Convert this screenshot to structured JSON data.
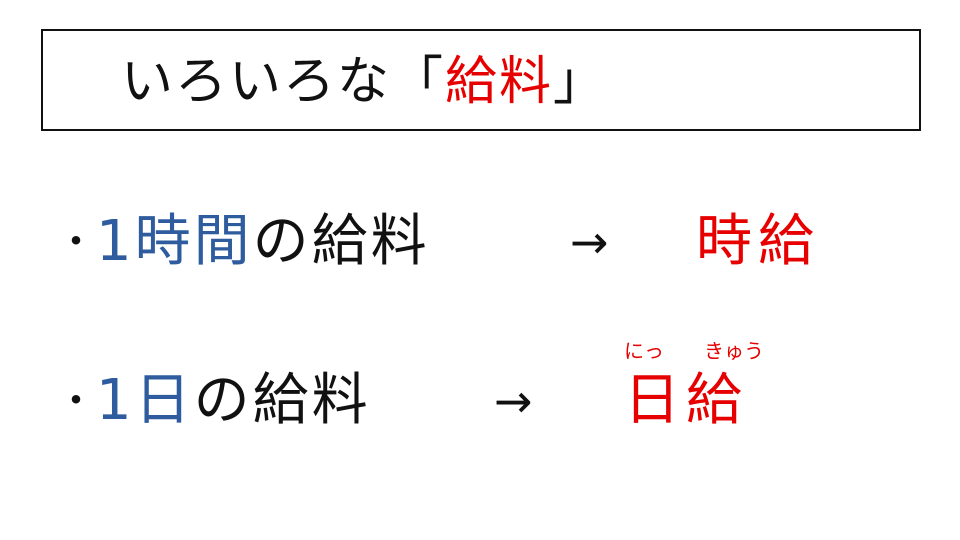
{
  "title": {
    "prefix": "いろいろな「",
    "highlight": "給料",
    "suffix": "」"
  },
  "lines": [
    {
      "bullet": "・",
      "blue_part": "1時間",
      "black_part": "の給料",
      "arrow": "→",
      "result": "時給"
    },
    {
      "bullet": "・",
      "blue_part": "1日",
      "black_part": "の給料",
      "arrow": "→",
      "result": "日給",
      "ruby": [
        "にっ",
        "きゅう"
      ]
    }
  ],
  "colors": {
    "accent_red": "#e60000",
    "accent_blue": "#2e5c9e",
    "text": "#111111"
  }
}
